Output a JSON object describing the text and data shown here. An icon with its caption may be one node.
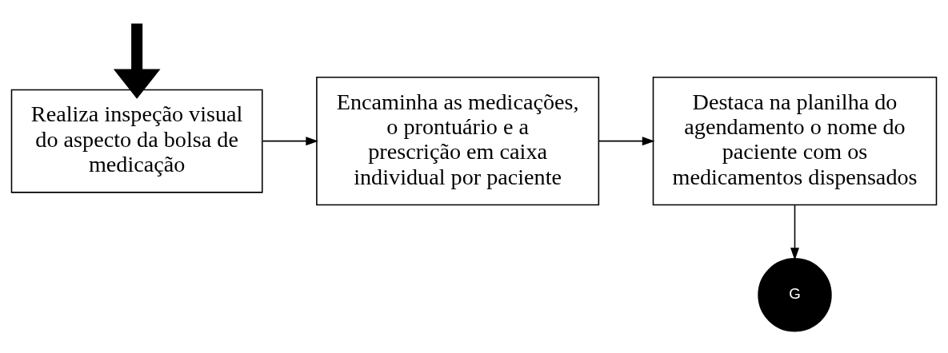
{
  "diagram": {
    "nodes": [
      {
        "text": [
          "Realiza inspeção visual do aspecto da bolsa de medicação"
        ]
      },
      {
        "text": [
          "Encaminha as medicações, o prontuário e a prescrição em caixa individual por paciente"
        ]
      },
      {
        "text": [
          "Destaca na planilha do agendamento o nome do paciente com os medicamentos dispensados"
        ]
      },
      {
        "text": [
          "G"
        ]
      }
    ],
    "edges": [
      {
        "from": null,
        "to": 0,
        "arrow": "to",
        "style": "thick"
      },
      {
        "from": 0,
        "to": 1,
        "arrow": "to"
      },
      {
        "from": 1,
        "to": 2,
        "arrow": "to"
      },
      {
        "from": 2,
        "to": 3,
        "arrow": "to"
      }
    ]
  }
}
